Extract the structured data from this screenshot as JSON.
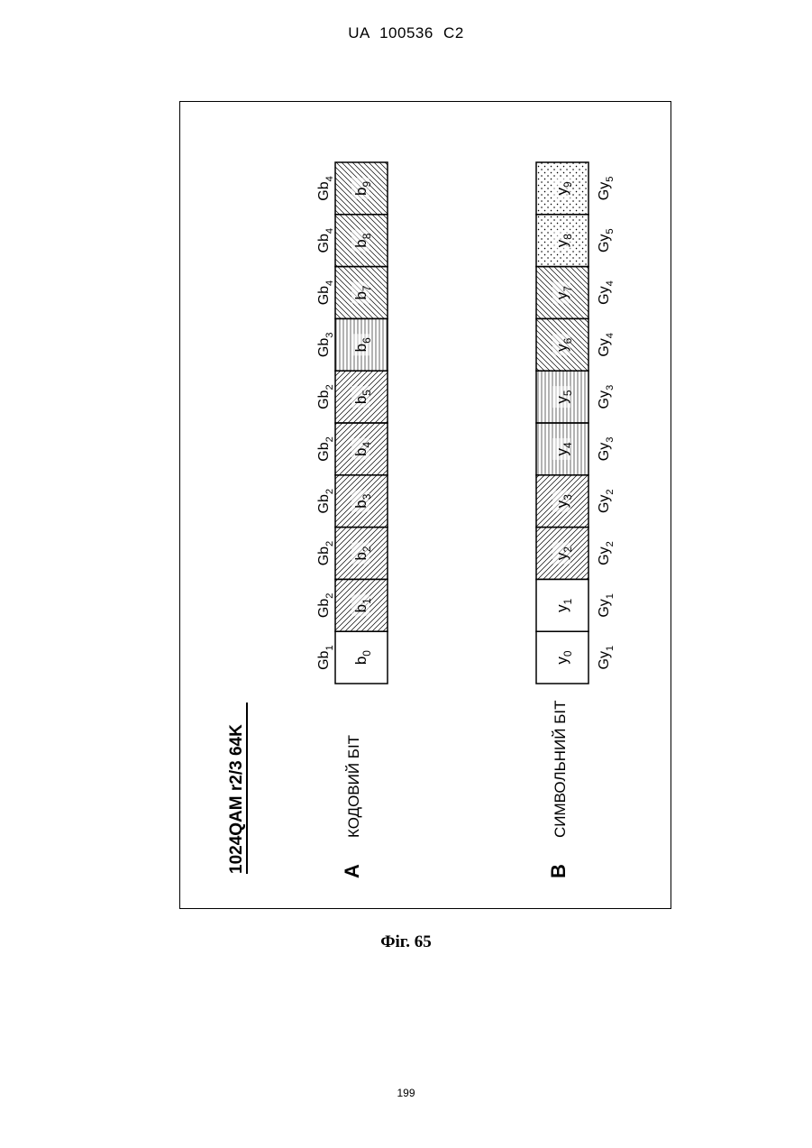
{
  "header": {
    "text": "UA   100536   C2"
  },
  "figure": {
    "title": "1024QAM r2/3 64K",
    "section_a": {
      "letter": "A",
      "label": "КОДОВИЙ БІТ",
      "cells": [
        {
          "bit": "b0",
          "group": "Gb1",
          "pattern": "none"
        },
        {
          "bit": "b1",
          "group": "Gb2",
          "pattern": "diag-back"
        },
        {
          "bit": "b2",
          "group": "Gb2",
          "pattern": "diag-back"
        },
        {
          "bit": "b3",
          "group": "Gb2",
          "pattern": "diag-back"
        },
        {
          "bit": "b4",
          "group": "Gb2",
          "pattern": "diag-back"
        },
        {
          "bit": "b5",
          "group": "Gb2",
          "pattern": "diag-back"
        },
        {
          "bit": "b6",
          "group": "Gb3",
          "pattern": "lines"
        },
        {
          "bit": "b7",
          "group": "Gb4",
          "pattern": "diag-fwd"
        },
        {
          "bit": "b8",
          "group": "Gb4",
          "pattern": "diag-fwd"
        },
        {
          "bit": "b9",
          "group": "Gb4",
          "pattern": "diag-fwd"
        }
      ]
    },
    "section_b": {
      "letter": "B",
      "label": "СИМВОЛЬНИЙ БІТ",
      "cells": [
        {
          "bit": "y0",
          "group": "Gy1",
          "pattern": "none"
        },
        {
          "bit": "y1",
          "group": "Gy1",
          "pattern": "none"
        },
        {
          "bit": "y2",
          "group": "Gy2",
          "pattern": "diag-back"
        },
        {
          "bit": "y3",
          "group": "Gy2",
          "pattern": "diag-back"
        },
        {
          "bit": "y4",
          "group": "Gy3",
          "pattern": "lines"
        },
        {
          "bit": "y5",
          "group": "Gy3",
          "pattern": "lines"
        },
        {
          "bit": "y6",
          "group": "Gy4",
          "pattern": "diag-fwd"
        },
        {
          "bit": "y7",
          "group": "Gy4",
          "pattern": "diag-fwd"
        },
        {
          "bit": "y8",
          "group": "Gy5",
          "pattern": "dots"
        },
        {
          "bit": "y9",
          "group": "Gy5",
          "pattern": "dots"
        }
      ]
    }
  },
  "caption": "Фіг. 65",
  "page_number": "199"
}
